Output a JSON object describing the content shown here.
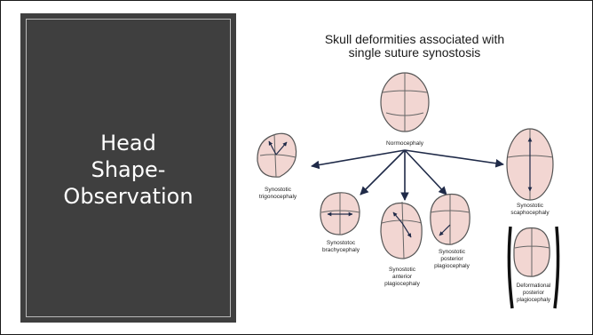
{
  "slide": {
    "title_lines": [
      "Head",
      "Shape-",
      "Observation"
    ]
  },
  "figure": {
    "title_lines": [
      "Skull deformities associated with",
      "single suture synostosis"
    ],
    "labels": {
      "normocephaly": [
        "Normocephaly"
      ],
      "trigonocephaly": [
        "Synostotic",
        "trigonocephaly"
      ],
      "brachycephaly": [
        "Synostotoc",
        "brachycephaly"
      ],
      "anterior_plagiocephaly": [
        "Synostotic",
        "anterior",
        "plagiocephaly"
      ],
      "posterior_plagiocephaly": [
        "Synostotic",
        "posterior",
        "plagiocephaly"
      ],
      "scaphocephaly": [
        "Synostotic",
        "scaphocephaly"
      ],
      "deformational": [
        "Deformational",
        "posterior",
        "plagiocephaly"
      ]
    },
    "colors": {
      "skull_fill": "#f2d6d2",
      "skull_stroke": "#555555",
      "arrow": "#1f2a48",
      "panel": "#3f3f3f"
    }
  }
}
